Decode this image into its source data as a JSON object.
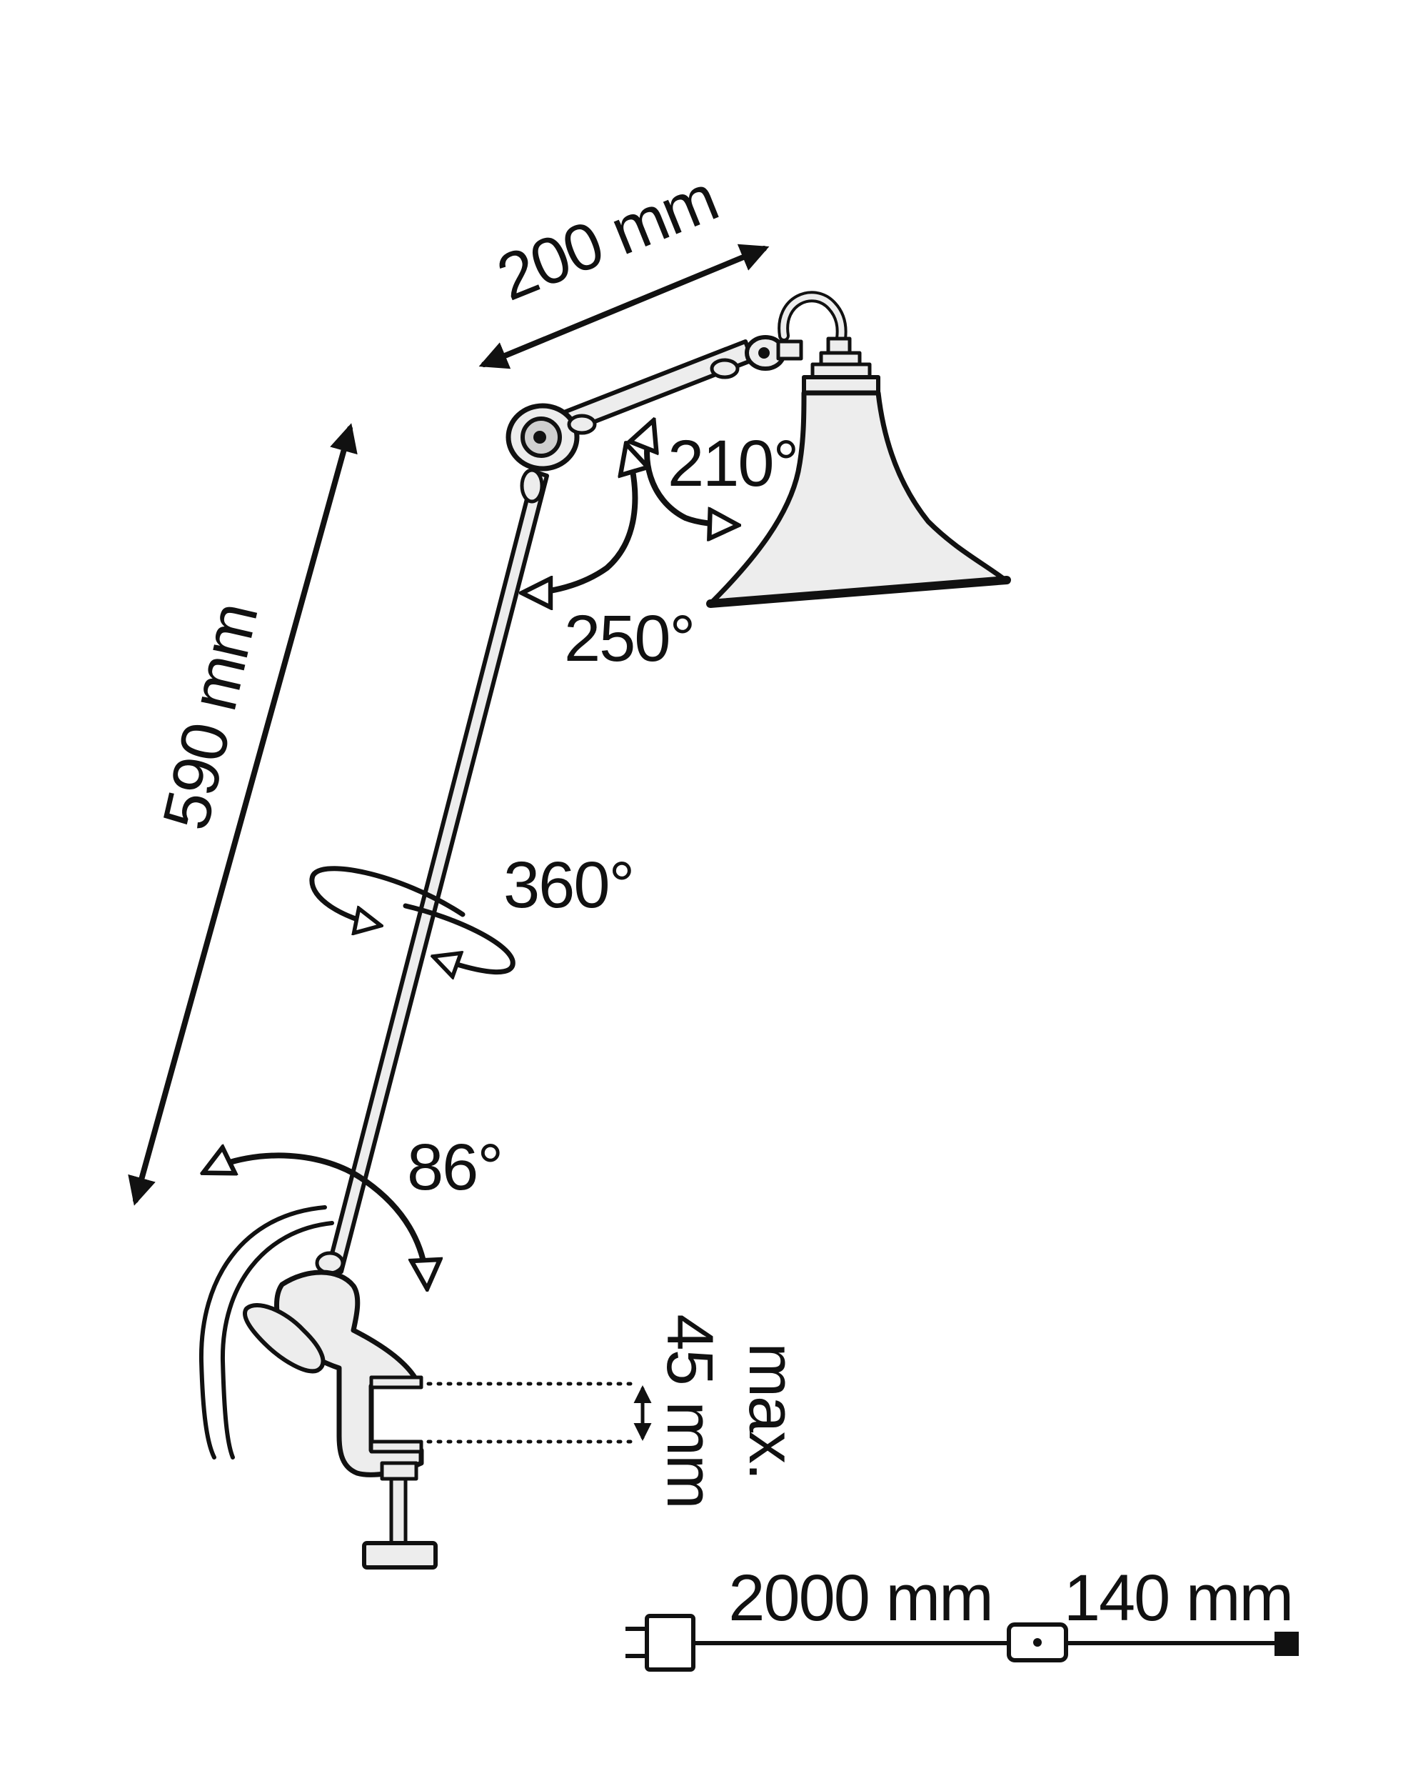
{
  "labels": {
    "arm_upper": "200 mm",
    "arm_lower": "590 mm",
    "angle_shade": "210°",
    "angle_elbow": "250°",
    "rotation": "360°",
    "angle_base": "86°",
    "clamp_max": "max.",
    "clamp_size": "45 mm",
    "cable_length": "2000 mm",
    "cable_tail": "140 mm"
  },
  "colors": {
    "stroke": "#111111",
    "part_fill": "#ededed",
    "background": "#ffffff"
  }
}
